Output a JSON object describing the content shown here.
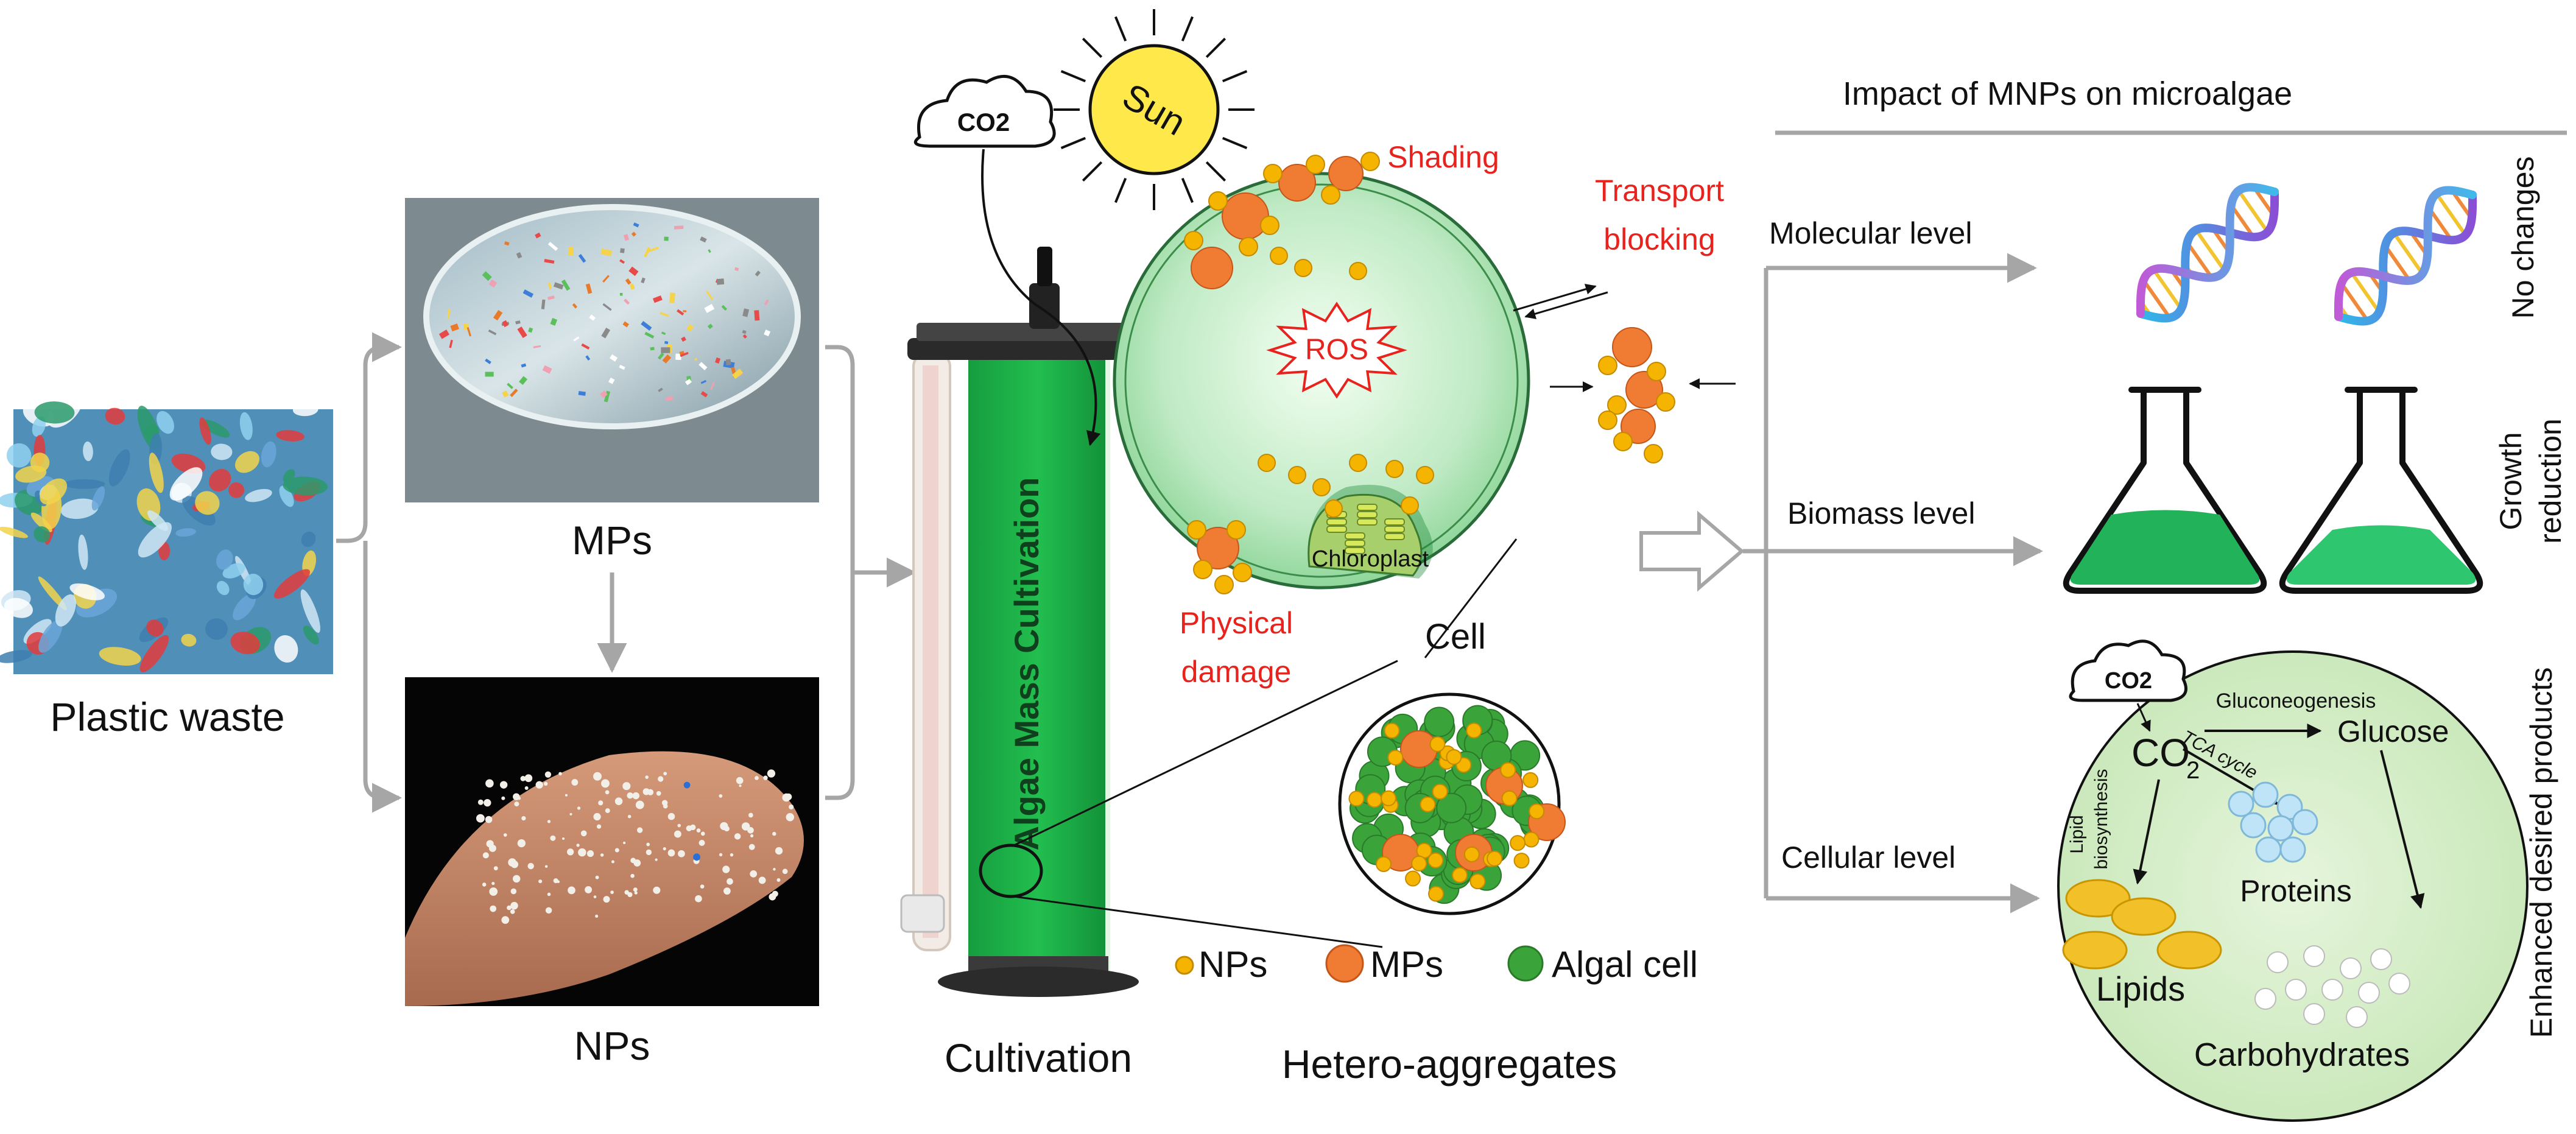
{
  "header": {
    "title": "Impact of MNPs on microalgae"
  },
  "sources": {
    "plastic_waste": "Plastic waste",
    "mps": "MPs",
    "nps": "NPs"
  },
  "cultivation": {
    "reactor_text": "Algae Mass Cultivation",
    "co2": "CO2",
    "sun": "Sun",
    "label": "Cultivation"
  },
  "cell": {
    "shading": "Shading",
    "transport_1": "Transport",
    "transport_2": "blocking",
    "ros": "ROS",
    "chloroplast": "Chloroplast",
    "cell_label": "Cell",
    "physical_1": "Physical",
    "physical_2": "damage"
  },
  "aggregates": {
    "label": "Hetero-aggregates",
    "legend": [
      {
        "label": "NPs",
        "color": "#f5b400"
      },
      {
        "label": "MPs",
        "color": "#f07b33"
      },
      {
        "label": "Algal cell",
        "color": "#3aa43a"
      }
    ]
  },
  "levels": [
    {
      "name": "Molecular level",
      "outcome": "No changes"
    },
    {
      "name": "Biomass level",
      "outcome_1": "Growth",
      "outcome_2": "reduction"
    },
    {
      "name": "Cellular level",
      "outcome": "Enhanced desired products"
    }
  ],
  "products": {
    "co2": "CO2",
    "co2_main": "CO",
    "co2_sub": "2",
    "gluconeogenesis": "Gluconeogenesis",
    "glucose": "Glucose",
    "lipid_1": "Lipid",
    "lipid_2": "biosynthesis",
    "tca": "TCA cycle",
    "proteins": "Proteins",
    "lipids": "Lipids",
    "carbohydrates": "Carbohydrates"
  },
  "colors": {
    "arrow_gray": "#a6a6a6",
    "reactor_green": "#1fb04a",
    "cell_green": "#bde9c0",
    "flask_liquid": "#22b35a",
    "text_red": "#e8231e",
    "sun_yellow": "#ffe84a"
  }
}
